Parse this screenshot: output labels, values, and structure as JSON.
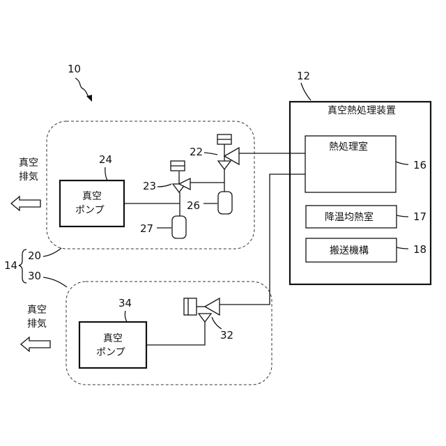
{
  "labels": {
    "system": "10",
    "apparatus": "12",
    "exhaust_system": "14",
    "first_exhaust": "20",
    "second_exhaust": "30",
    "valve_22": "22",
    "valve_23": "23",
    "pump_1": "24",
    "gauge_26": "26",
    "gauge_27": "27",
    "valve_32": "32",
    "pump_2": "34",
    "chamber_16": "16",
    "chamber_17": "17",
    "mechanism_18": "18"
  },
  "text": {
    "apparatus_title": "真空熱処理装置",
    "heat_chamber": "熱処理室",
    "cooling_chamber": "降温均熱室",
    "transport": "搬送機構",
    "pump_line1": "真空",
    "pump_line2": "ポンプ",
    "exhaust_line1": "真空",
    "exhaust_line2": "排気"
  }
}
